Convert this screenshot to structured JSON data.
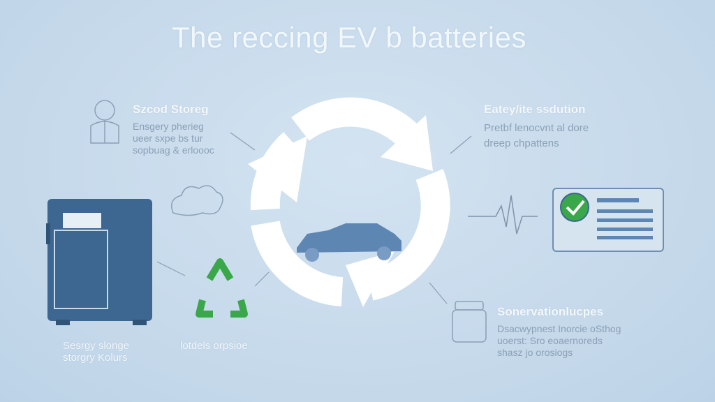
{
  "title": "The reccing EV b batteries",
  "top_left": {
    "heading": "Szcod Storeg",
    "lines": [
      "Ensgery pherieg",
      "ueer sxpe bs tur",
      "sopbuag & erloooc"
    ]
  },
  "top_right": {
    "heading": "Eatey/ite ssdution",
    "lines": [
      "Pretbf lenocvnt al dore",
      "dreep chpattens"
    ]
  },
  "bottom_right": {
    "heading": "Sonervationlucpes",
    "lines": [
      "Dsacwypnest Inorcie oSthog",
      "uoerst: Sro eoaernoreds",
      "shasz jo orosiogs"
    ]
  },
  "bottom_left": {
    "lines": [
      "Sesrgy slonge",
      "storgry Kolurs"
    ]
  },
  "bottom_mid": {
    "label": "lotdels orpsioe"
  },
  "colors": {
    "dark_blue": "#3d6690",
    "green": "#3aa84a",
    "white": "#ffffff"
  }
}
